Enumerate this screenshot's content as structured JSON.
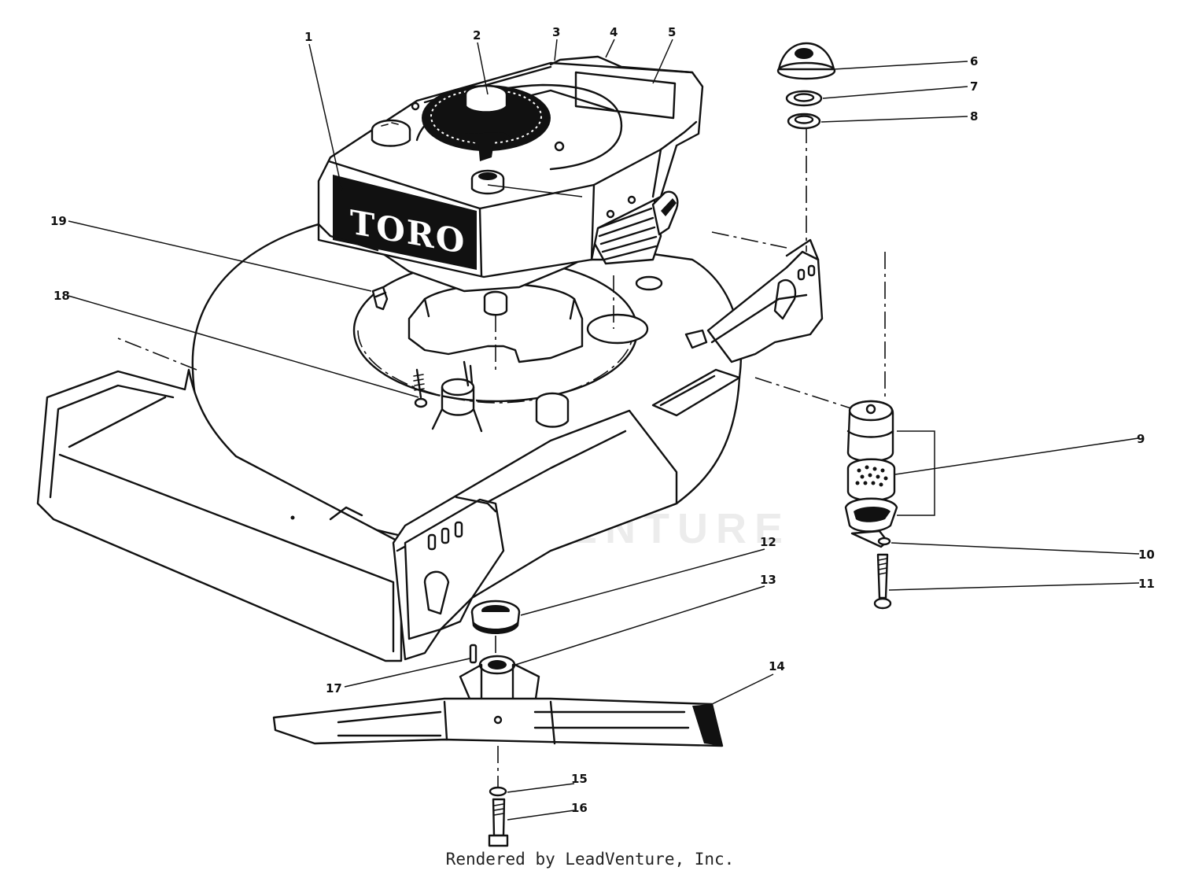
{
  "brand": "TORO",
  "watermark": "LEADVENTURE",
  "credit": "Rendered by LeadVenture, Inc.",
  "callouts": [
    "1",
    "2",
    "3",
    "4",
    "5",
    "6",
    "7",
    "8",
    "9",
    "10",
    "11",
    "12",
    "13",
    "14",
    "15",
    "16",
    "17",
    "18",
    "19"
  ]
}
